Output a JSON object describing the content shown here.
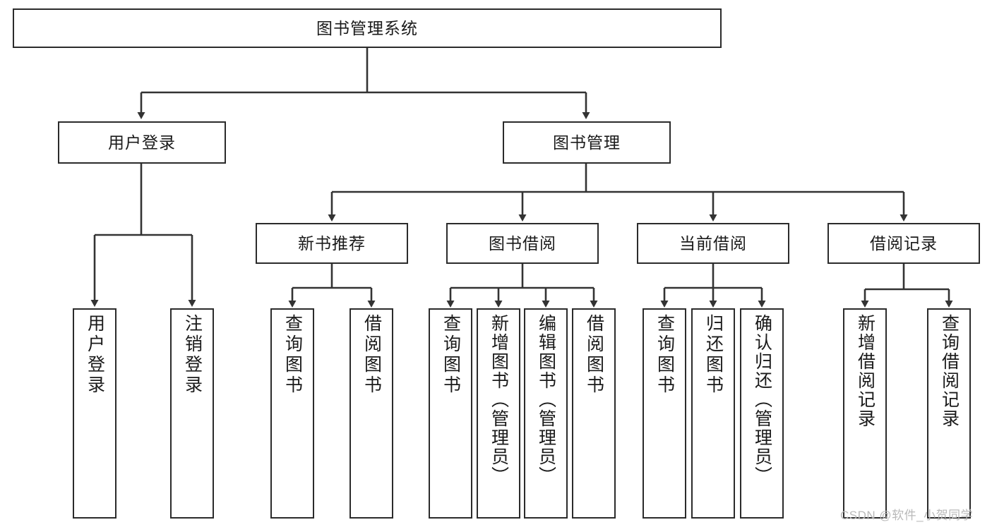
{
  "diagram": {
    "title": "图书管理系统",
    "type": "tree-hierarchy",
    "colors": {
      "box_border": "#2b2b2b",
      "box_fill": "#ffffff",
      "connector": "#333333",
      "text": "#1a1a1a",
      "watermark": "#b9b9b9",
      "background": "#ffffff"
    },
    "root": {
      "label": "图书管理系统"
    },
    "level2": [
      {
        "label": "用户登录"
      },
      {
        "label": "图书管理"
      }
    ],
    "level3": [
      {
        "label": "新书推荐"
      },
      {
        "label": "图书借阅"
      },
      {
        "label": "当前借阅"
      },
      {
        "label": "借阅记录"
      }
    ],
    "leaves": {
      "user_login": [
        {
          "label": "用户登录"
        },
        {
          "label": "注销登录"
        }
      ],
      "new_book_recommend": [
        {
          "label": "查询图书"
        },
        {
          "label": "借阅图书"
        }
      ],
      "book_borrow": [
        {
          "label": "查询图书"
        },
        {
          "label": "新增图书（管理员）"
        },
        {
          "label": "编辑图书（管理员）"
        },
        {
          "label": "借阅图书"
        }
      ],
      "current_borrow": [
        {
          "label": "查询图书"
        },
        {
          "label": "归还图书"
        },
        {
          "label": "确认归还（管理员）"
        }
      ],
      "borrow_record": [
        {
          "label": "新增借阅记录"
        },
        {
          "label": "查询借阅记录"
        }
      ]
    }
  },
  "watermark": {
    "text": "CSDN @软件_小贺同学"
  }
}
